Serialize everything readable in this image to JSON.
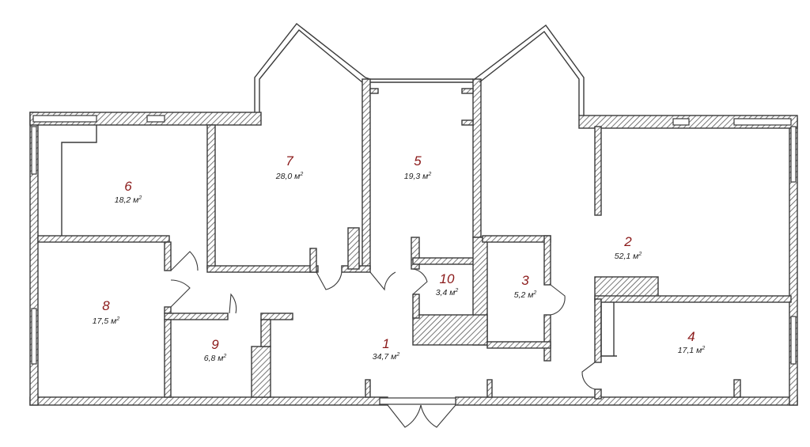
{
  "rooms": [
    {
      "number": "1",
      "area": "34,7 м",
      "sup": "2"
    },
    {
      "number": "2",
      "area": "52,1 м",
      "sup": "2"
    },
    {
      "number": "3",
      "area": "5,2 м",
      "sup": "2"
    },
    {
      "number": "4",
      "area": "17,1 м",
      "sup": "2"
    },
    {
      "number": "5",
      "area": "19,3 м",
      "sup": "2"
    },
    {
      "number": "6",
      "area": "18,2 м",
      "sup": "2"
    },
    {
      "number": "7",
      "area": "28,0 м",
      "sup": "2"
    },
    {
      "number": "8",
      "area": "17,5 м",
      "sup": "2"
    },
    {
      "number": "9",
      "area": "6,8 м",
      "sup": "2"
    },
    {
      "number": "10",
      "area": "3,4 м",
      "sup": "2"
    }
  ],
  "colors": {
    "room_number": "#8b1a1a",
    "wall_stroke": "#3a3a3a"
  }
}
